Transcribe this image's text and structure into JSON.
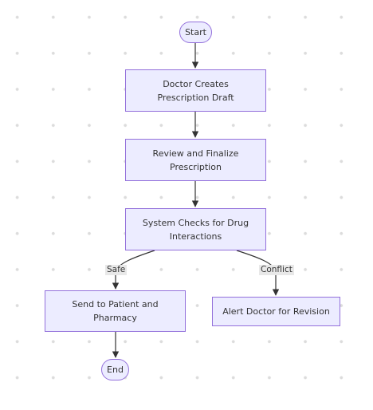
{
  "flowchart": {
    "nodes": {
      "start": "Start",
      "draft": "Doctor Creates\nPrescription Draft",
      "review": "Review and Finalize\nPrescription",
      "check": "System Checks for Drug\nInteractions",
      "send": "Send to Patient and\nPharmacy",
      "alert": "Alert Doctor for Revision",
      "end": "End"
    },
    "edge_labels": {
      "safe": "Safe",
      "conflict": "Conflict"
    }
  },
  "colors": {
    "node_fill": "#ececff",
    "node_border": "#9370db",
    "edge": "#333333",
    "edge_label_bg": "#e8e8e8",
    "text": "#333333"
  }
}
